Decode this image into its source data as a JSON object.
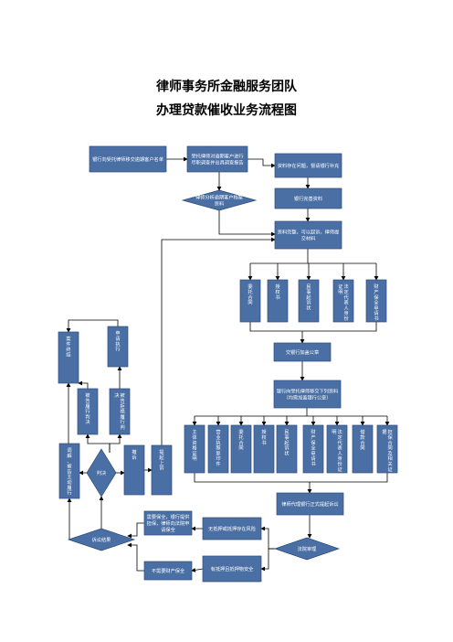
{
  "title_line1": "律师事务所金融服务团队",
  "title_line2": "办理贷款催收业务流程图",
  "colors": {
    "box_fill": "#4a6fa5",
    "box_stroke": "#2e4a78",
    "text": "#ffffff",
    "line": "#000000"
  },
  "nodes": {
    "n1": "银行向受托律师移交逾期客户名单",
    "n2": "受托律师对逾期客户进行尽职调查并出具调查报告",
    "n3": "律师分析逾期客户档案资料",
    "n4": "资料存在问题，督请银行补充",
    "n5": "银行完善资料",
    "n6": "资料完整，可以起诉，律师提交材料",
    "m1": "委托合同",
    "m2": "授权书",
    "m3": "民事起诉状",
    "m4": "法定代表人身份证明",
    "m5": "财产保全申请书",
    "n7": "交银行加盖公章",
    "n8": "银行向受托律师移交下列资料（均需加盖银行公章）",
    "d1": "主体资格证明",
    "d2": "营业执照复印件",
    "d3": "委托合同",
    "d4": "授权书",
    "d5": "民事起诉状",
    "d6": "财产保全申请书",
    "d7": "法定代表人身份证明",
    "d8": "借款合同",
    "d9": "担保合同及相关证据",
    "n9": "律师代理银行正式提起诉讼",
    "dm_court": "法院审理",
    "n10": "无抵押或抵押存在风险",
    "n11": "有抵押且抵押物安全",
    "n12": "需要保全，银行提供担保，律师向法院申请保全",
    "n13": "不需要财产保全",
    "dm_result": "诉讼结果",
    "n14": "撤诉",
    "dm_judge": "判决",
    "n15": "调解、被告主动履行",
    "n16": "被告履行判决",
    "n17": "被告拒绝履行判决",
    "n18": "申请执行",
    "n19": "案件终结",
    "n20": "提起上诉"
  }
}
